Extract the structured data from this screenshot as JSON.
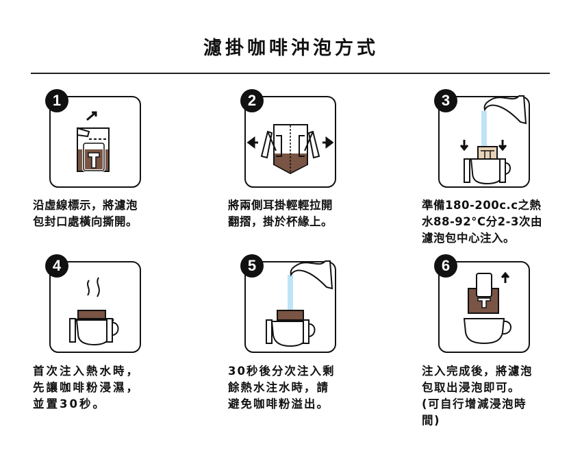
{
  "title": "濾掛咖啡沖泡方式",
  "colors": {
    "coffee": "#7a5444",
    "coffee_light": "#e8d3b8",
    "water": "#bfe3f7",
    "line": "#111111"
  },
  "steps": [
    {
      "number": "1",
      "text": "沿虛線標示，將濾泡\n包封口處橫向撕開。"
    },
    {
      "number": "2",
      "text": "將兩側耳掛輕輕拉開\n翻摺，掛於杯緣上。"
    },
    {
      "number": "3",
      "text": "準備180-200c.c之熱\n水88-92°C分2-3次由\n濾泡包中心注入。"
    },
    {
      "number": "4",
      "text": "首次注入熱水時，\n先讓咖啡粉浸濕，\n並置30秒。"
    },
    {
      "number": "5",
      "text": "30秒後分次注入剩\n餘熱水注水時，請\n避免咖啡粉溢出。"
    },
    {
      "number": "6",
      "text": "注入完成後，將濾泡\n包取出浸泡即可。\n(可自行增減浸泡時\n間)"
    }
  ]
}
